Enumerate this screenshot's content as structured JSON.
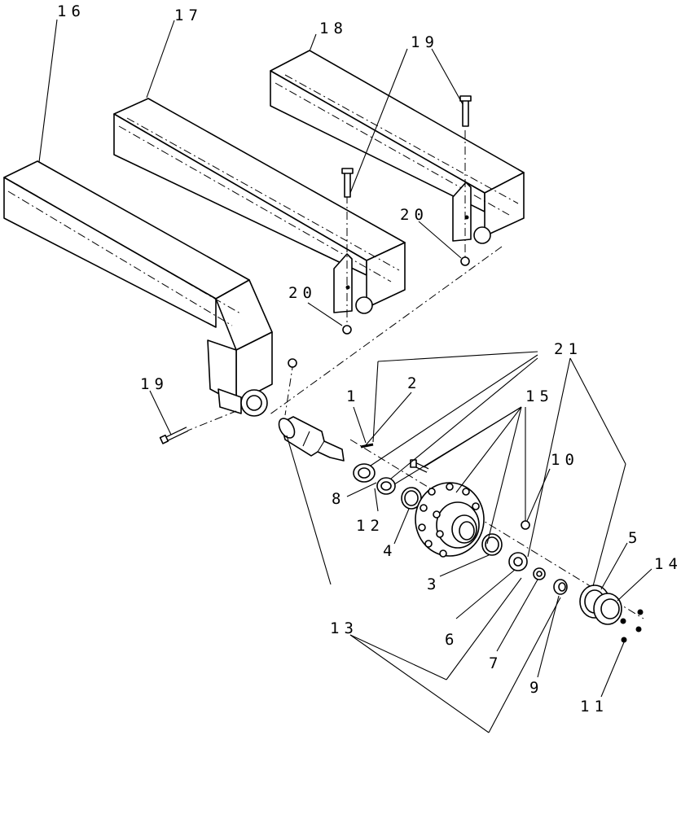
{
  "diagram": {
    "callouts": [
      "16",
      "17",
      "18",
      "19",
      "20",
      "20",
      "19",
      "21",
      "1",
      "2",
      "15",
      "10",
      "8",
      "12",
      "4",
      "3",
      "5",
      "14",
      "6",
      "7",
      "9",
      "11",
      "13"
    ],
    "parts": [
      "arm-16",
      "arm-17",
      "arm-18",
      "bolt-19-top",
      "bolt-19-mid",
      "bolt-19-left",
      "nut-20-a",
      "nut-20-b",
      "nut-20-c",
      "spindle-13",
      "pin-1",
      "washer-8",
      "seal-12",
      "cup-4",
      "bolt-2",
      "hub-15",
      "cup-3",
      "cone-6",
      "washer-7",
      "nut-9",
      "nut-10",
      "gasket-5",
      "cap-14",
      "screws-11"
    ]
  }
}
